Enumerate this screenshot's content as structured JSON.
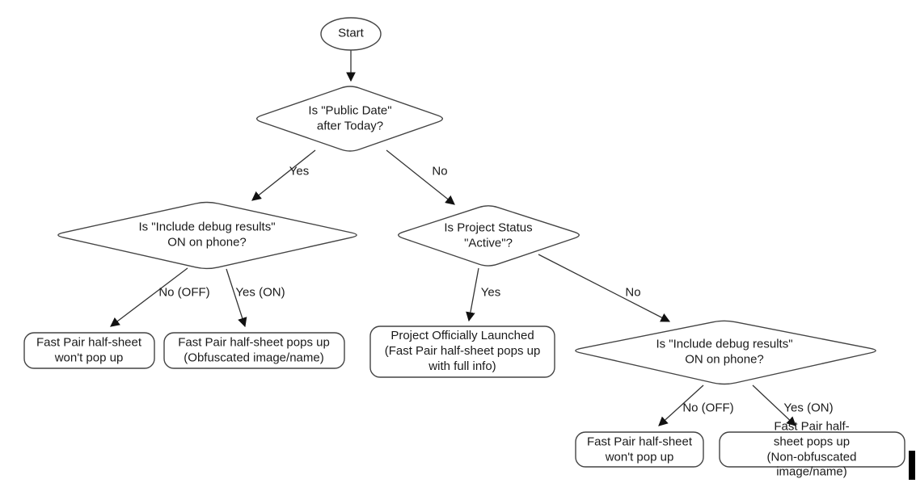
{
  "diagram": {
    "background_color": "#ffffff",
    "shape_stroke_color": "#444444",
    "arrow_color": "#333333",
    "text_color": "#1a1a1a",
    "nodes": {
      "start": {
        "shape": "ellipse",
        "label": "Start"
      },
      "public_date_check": {
        "shape": "diamond",
        "label": "Is \"Public Date\"\nafter Today?"
      },
      "debug_check_left": {
        "shape": "diamond",
        "label": "Is \"Include debug results\"\nON on phone?"
      },
      "project_status_check": {
        "shape": "diamond",
        "label": "Is Project Status\n\"Active\"?"
      },
      "debug_check_right": {
        "shape": "diamond",
        "label": "Is \"Include debug results\"\nON on phone?"
      },
      "no_popup_left": {
        "shape": "rounded-rect",
        "label": "Fast Pair half-sheet\nwon't pop up"
      },
      "obfuscated_popup": {
        "shape": "rounded-rect",
        "label": "Fast Pair half-sheet pops up\n(Obfuscated image/name)"
      },
      "launched": {
        "shape": "rounded-rect",
        "label": "Project Officially Launched\n(Fast Pair half-sheet pops up\nwith full info)"
      },
      "no_popup_right": {
        "shape": "rounded-rect",
        "label": "Fast Pair half-sheet\nwon't pop up"
      },
      "non_obfuscated_popup": {
        "shape": "rounded-rect",
        "label": "Fast Pair half-sheet pops up\n(Non-obfuscated image/name)"
      }
    },
    "edge_labels": {
      "public_date_yes": "Yes",
      "public_date_no": "No",
      "debug_left_no_off": "No (OFF)",
      "debug_left_yes_on": "Yes (ON)",
      "project_status_yes": "Yes",
      "project_status_no": "No",
      "debug_right_no_off": "No (OFF)",
      "debug_right_yes_on": "Yes (ON)"
    }
  }
}
